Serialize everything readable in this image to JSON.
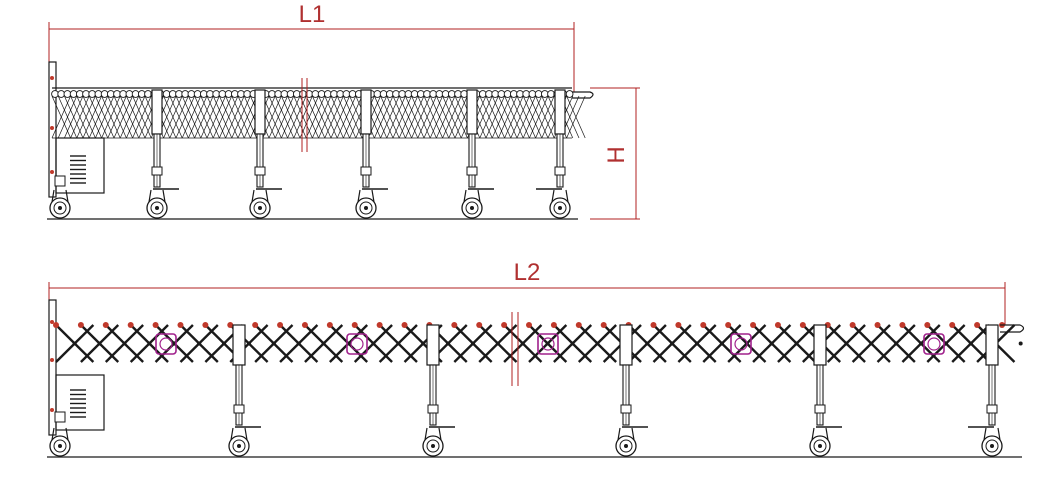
{
  "drawing": {
    "title": "",
    "views": [
      {
        "name": "retracted",
        "length_label": "L1",
        "height_label": "H",
        "leg_count": 6
      },
      {
        "name": "extended",
        "length_label": "L2",
        "leg_count": 6,
        "marked_rollers": 5
      }
    ]
  },
  "colors": {
    "dimension": "#b02020",
    "line": "#1a1a1a",
    "roller_accent": "#c0392b",
    "highlight": "#a0208c"
  }
}
